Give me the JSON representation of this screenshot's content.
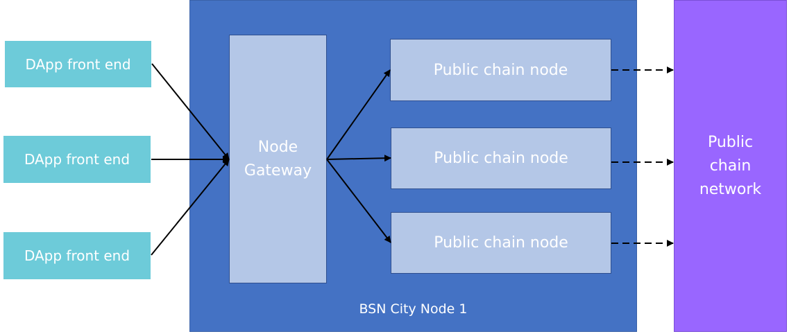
{
  "dapp_front_ends": [
    {
      "label": "DApp front end"
    },
    {
      "label": "DApp front end"
    },
    {
      "label": "DApp front end"
    }
  ],
  "city_node": {
    "label": "BSN City Node 1",
    "color": "#4472c4"
  },
  "gateway": {
    "label": "Node\nGateway",
    "color": "#b4c7e7"
  },
  "public_chain_nodes": [
    {
      "label": "Public chain node"
    },
    {
      "label": "Public chain node"
    },
    {
      "label": "Public chain node"
    }
  ],
  "network": {
    "label": "Public\nchain\nnetwork",
    "color": "#9966ff"
  },
  "colors": {
    "dapp": "#6dcbd9",
    "arrow": "#000000"
  }
}
